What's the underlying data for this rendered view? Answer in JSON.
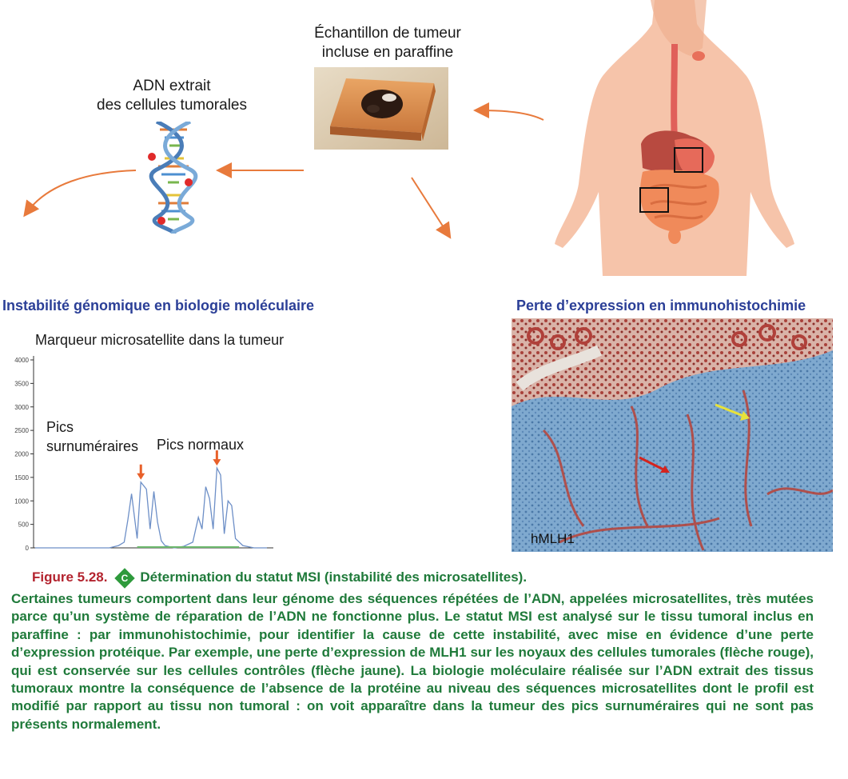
{
  "top": {
    "sample_label": "Échantillon de tumeur\nincluse en paraffine",
    "sample_label_line1": "Échantillon de tumeur",
    "sample_label_line2": "incluse en paraffine",
    "dna_label_line1": "ADN extrait",
    "dna_label_line2": "des cellules tumorales"
  },
  "left_panel": {
    "title": "Instabilité génomique en biologie moléculaire",
    "chart_title": "Marqueur microsatellite dans la tumeur",
    "annotation_extra_line1": "Pics",
    "annotation_extra_line2": "surnuméraires",
    "annotation_normal": "Pics normaux"
  },
  "right_panel": {
    "title": "Perte d’expression en immunohistochimie",
    "stain_label": "hMLH1"
  },
  "caption": {
    "figure_number": "Figure 5.28.",
    "badge_letter": "C",
    "title": "Détermination du statut MSI (instabilité des microsatellites).",
    "body": "Certaines tumeurs comportent dans leur génome des séquences répétées de l’ADN, appelées microsatellites, très mutées parce qu’un système de réparation de l’ADN ne fonctionne plus. Le statut MSI est analysé sur le tissu tumoral inclus en paraffine : par immunohistochimie, pour identifier la cause de cette instabilité, avec mise en évidence d’une perte d’expression protéique. Par exemple, une perte d’expression de MLH1 sur les noyaux des cellules tumorales (flèche rouge), qui est conservée sur les cellules contrôles (flèche jaune). La biologie moléculaire réalisée sur l’ADN extrait des tissus tumoraux montre la conséquence de l’absence de la protéine au niveau des séquences microsatellites dont le profil est modifié par rapport au tissu non tumoral : on voit apparaître dans la tumeur des pics surnuméraires qui ne sont pas présents normalement."
  },
  "chart_data": {
    "type": "line",
    "title": "Marqueur microsatellite dans la tumeur",
    "xlabel": "",
    "ylabel": "",
    "yticks": [
      "0",
      "500",
      "1000",
      "1500",
      "2000",
      "2500",
      "3000",
      "3500",
      "4000"
    ],
    "ylim": [
      0,
      4000
    ],
    "grid": false,
    "series": [
      {
        "x": [
          0,
          30,
          40,
          45,
          48,
          50,
          52,
          55,
          57,
          60,
          62,
          64,
          66,
          68,
          70,
          75,
          80,
          85,
          88,
          90,
          92,
          94,
          96,
          98,
          100,
          102,
          104,
          106,
          108,
          112,
          118,
          125
        ],
        "y": [
          0,
          0,
          0,
          50,
          120,
          600,
          1150,
          200,
          1400,
          1250,
          400,
          1200,
          550,
          150,
          50,
          0,
          30,
          120,
          650,
          400,
          1300,
          1050,
          400,
          1700,
          1550,
          300,
          1000,
          900,
          200,
          50,
          0,
          0
        ]
      }
    ],
    "annotations": [
      "Pics surnuméraires",
      "Pics normaux"
    ]
  },
  "colors": {
    "section_title": "#2b3f97",
    "figure_label": "#b3232e",
    "caption_text": "#1f7a3a",
    "arrow_orange": "#e87a3c",
    "badge": "#2e9a3c"
  },
  "icons": [
    "dna-helix-icon",
    "paraffin-block-icon",
    "body-digestive-icon",
    "histology-stain-icon"
  ]
}
